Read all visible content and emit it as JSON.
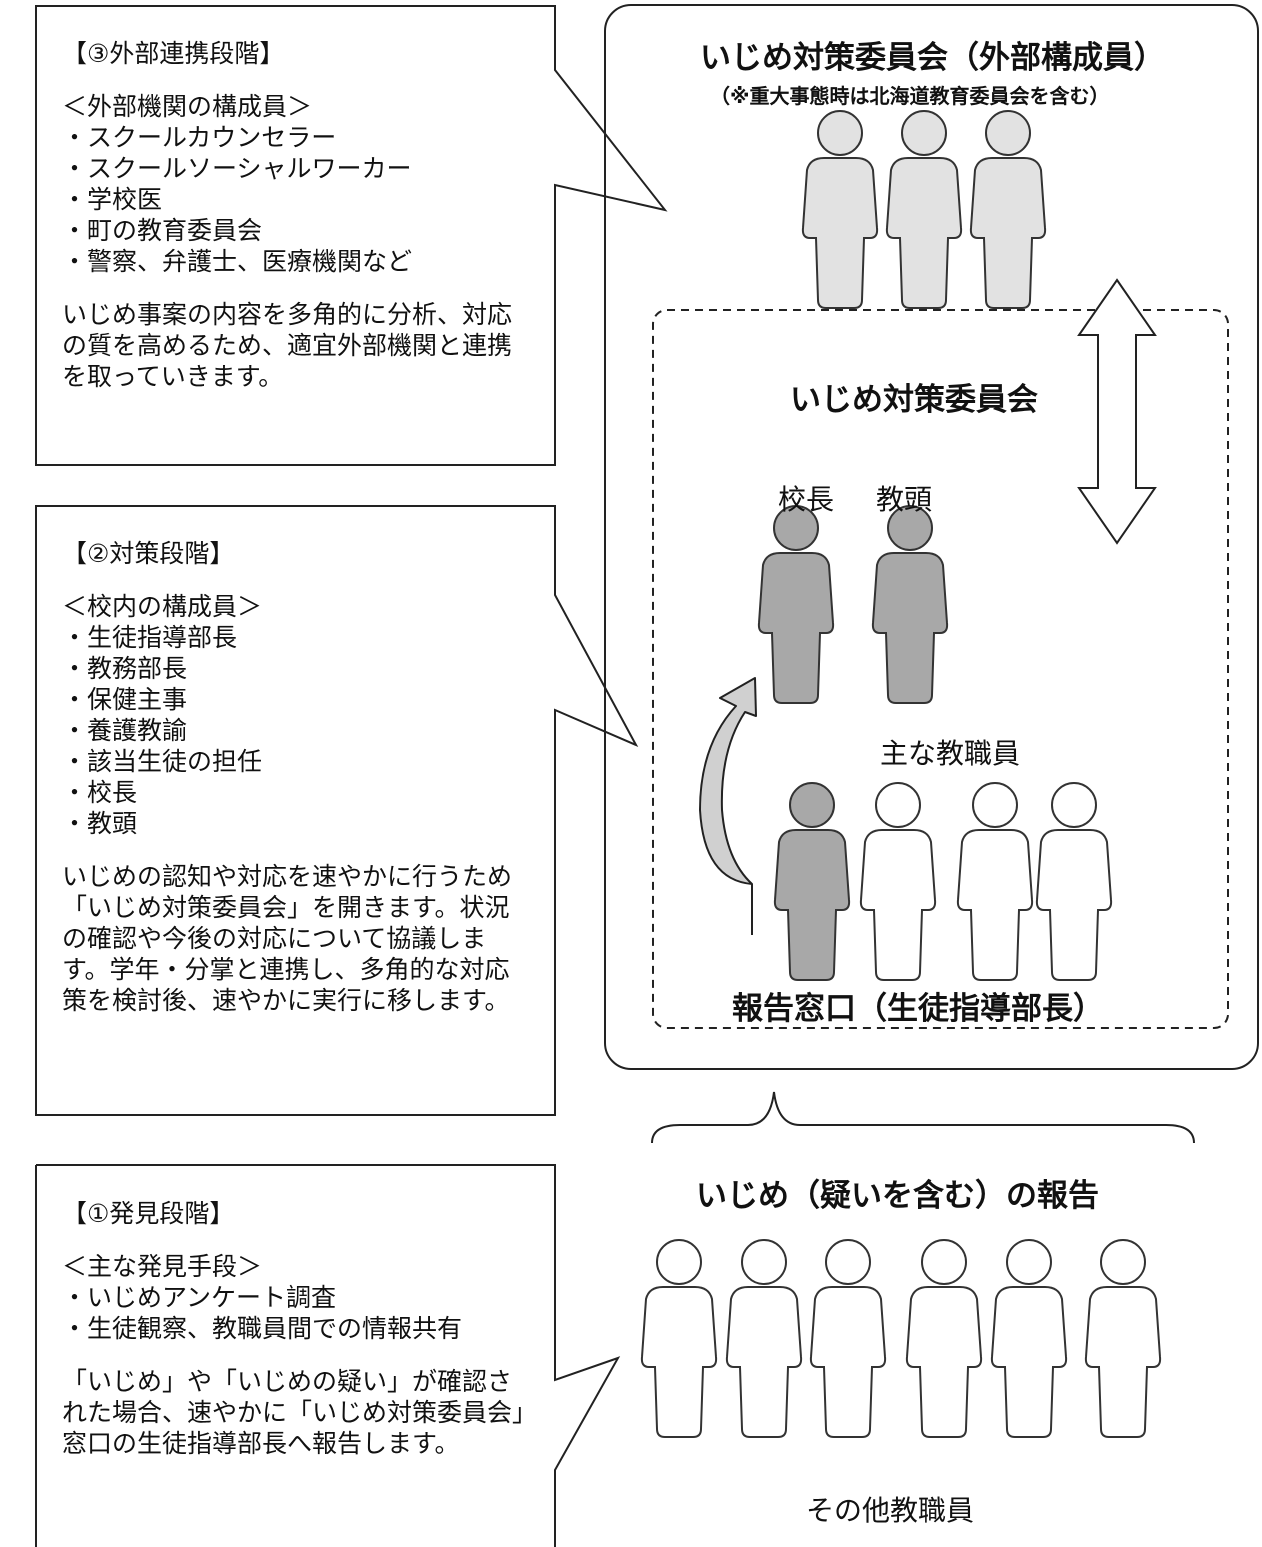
{
  "stage3": {
    "title": "【③外部連携段階】",
    "subtitle": "＜外部機関の構成員＞",
    "items": [
      "スクールカウンセラー",
      "スクールソーシャルワーカー",
      "学校医",
      "町の教育委員会",
      "警察、弁護士、医療機関など"
    ],
    "description": "いじめ事案の内容を多角的に分析、対応\nの質を高めるため、適宜外部機関と連携\nを取っていきます。"
  },
  "stage2": {
    "title": "【②対策段階】",
    "subtitle": "＜校内の構成員＞",
    "items": [
      "生徒指導部長",
      "教務部長",
      "保健主事",
      "養護教諭",
      "該当生徒の担任",
      "校長",
      "教頭"
    ],
    "description": "いじめの認知や対応を速やかに行うため\n「いじめ対策委員会」を開きます。状況\nの確認や今後の対応について協議しま\nす。学年・分掌と連携し、多角的な対応\n策を検討後、速やかに実行に移します。"
  },
  "stage1": {
    "title": "【①発見段階】",
    "subtitle": "＜主な発見手段＞",
    "items": [
      "いじめアンケート調査",
      "生徒観察、教職員間での情報共有"
    ],
    "description": "「いじめ」や「いじめの疑い」が確認さ\nれた場合、速やかに「いじめ対策委員会」\n窓口の生徒指導部長へ報告します。"
  },
  "diagram": {
    "external_committee_title": "いじめ対策委員会（外部構成員）",
    "external_committee_note": "（※重大事態時は北海道教育委員会を含む）",
    "committee_title": "いじめ対策委員会",
    "principal_label": "校長",
    "vice_principal_label": "教頭",
    "main_staff_label": "主な教職員",
    "report_window_label": "報告窓口（生徒指導部長）",
    "report_label": "いじめ（疑いを含む）の報告",
    "other_staff_label": "その他教職員"
  },
  "colors": {
    "figure_light": "#e2e2e2",
    "figure_dark": "#a8a8a8",
    "figure_white": "#ffffff",
    "arrow_fill": "#d0d0d0",
    "stroke": "#333333"
  }
}
